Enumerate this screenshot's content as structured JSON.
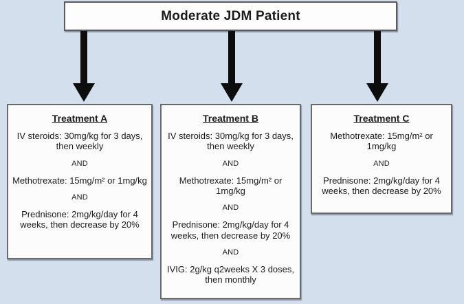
{
  "colors": {
    "background": "#d4dfee",
    "box_fill": "#fcfcfc",
    "box_border": "#5a5a5a",
    "arrow": "#0d0d0d",
    "text": "#1b1b1b"
  },
  "root_node": {
    "title": "Moderate JDM Patient"
  },
  "treatments": [
    {
      "id": "A",
      "title": "Treatment A",
      "lines": [
        "IV steroids: 30mg/kg for 3 days, then weekly",
        "AND",
        "Methotrexate: 15mg/m² or 1mg/kg",
        "AND",
        "Prednisone: 2mg/kg/day for 4 weeks, then decrease by 20%"
      ]
    },
    {
      "id": "B",
      "title": "Treatment B",
      "lines": [
        "IV steroids: 30mg/kg for 3 days, then weekly",
        "AND",
        "Methotrexate: 15mg/m² or 1mg/kg",
        "AND",
        "Prednisone: 2mg/kg/day for 4 weeks, then decrease by 20%",
        "AND",
        "IVIG: 2g/kg q2weeks X 3 doses, then monthly"
      ]
    },
    {
      "id": "C",
      "title": "Treatment C",
      "lines": [
        "Methotrexate: 15mg/m² or 1mg/kg",
        "AND",
        "Prednisone: 2mg/kg/day for 4 weeks, then decrease by 20%"
      ]
    }
  ]
}
